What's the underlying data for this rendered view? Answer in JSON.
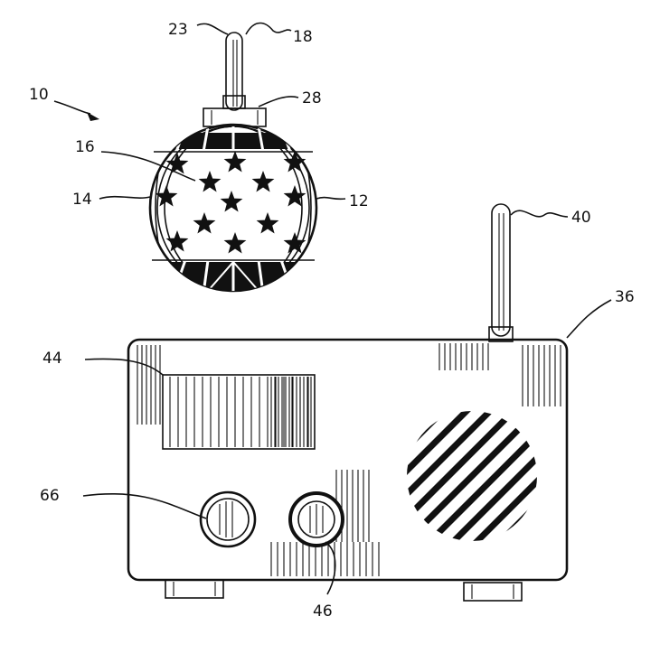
{
  "labels": {
    "n10": "10",
    "n12": "12",
    "n14": "14",
    "n16": "16",
    "n18": "18",
    "n23": "23",
    "n28": "28",
    "n36": "36",
    "n40": "40",
    "n44": "44",
    "n46": "46",
    "n66": "66"
  },
  "colors": {
    "ink": "#111111",
    "paper": "#ffffff"
  }
}
